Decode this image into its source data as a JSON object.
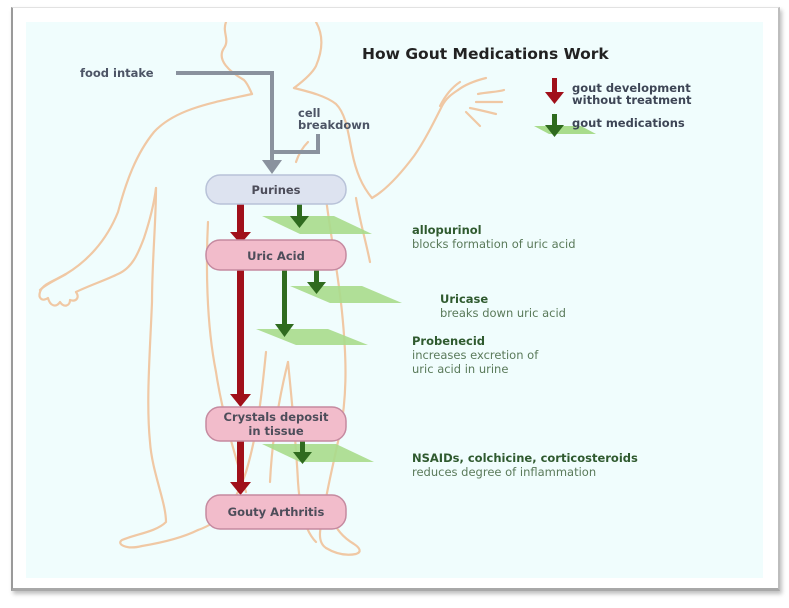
{
  "title": "How Gout Medications Work",
  "legend": {
    "items": [
      {
        "icon": "red-arrow-icon",
        "color": "#a0101a",
        "lines": [
          "gout development",
          "without treatment"
        ]
      },
      {
        "icon": "green-arrow-icon",
        "color": "#2f6b1f",
        "lines": [
          "gout medications"
        ]
      }
    ]
  },
  "sources": {
    "food_intake": "food intake",
    "cell_breakdown_line1": "cell",
    "cell_breakdown_line2": "breakdown"
  },
  "stages": [
    {
      "label_lines": [
        "Purines"
      ],
      "fill": "#dde3f0",
      "stroke": "#b8c2d8"
    },
    {
      "label_lines": [
        "Uric Acid"
      ],
      "fill": "#f2bccb",
      "stroke": "#c58aa0"
    },
    {
      "label_lines": [
        "Crystals deposit",
        "in tissue"
      ],
      "fill": "#f2bccb",
      "stroke": "#c58aa0"
    },
    {
      "label_lines": [
        "Gouty Arthritis"
      ],
      "fill": "#f2bccb",
      "stroke": "#c58aa0"
    }
  ],
  "medications": [
    {
      "name": "allopurinol",
      "description_lines": [
        "blocks formation of uric acid"
      ]
    },
    {
      "name": "Uricase",
      "description_lines": [
        "breaks down uric acid"
      ]
    },
    {
      "name": "Probenecid",
      "description_lines": [
        "increases excretion of",
        "uric acid in urine"
      ]
    },
    {
      "name": "NSAIDs, colchicine, corticosteroids",
      "description_lines": [
        "reduces degree of inflammation"
      ]
    }
  ],
  "colors": {
    "background": "#f0fdfd",
    "body_outline": "#f0c8a4",
    "source_arrow": "#8a929e",
    "disease_arrow": "#a0101a",
    "medication_arrow": "#2f6b1f",
    "medication_plane": "#a8dc8c"
  }
}
